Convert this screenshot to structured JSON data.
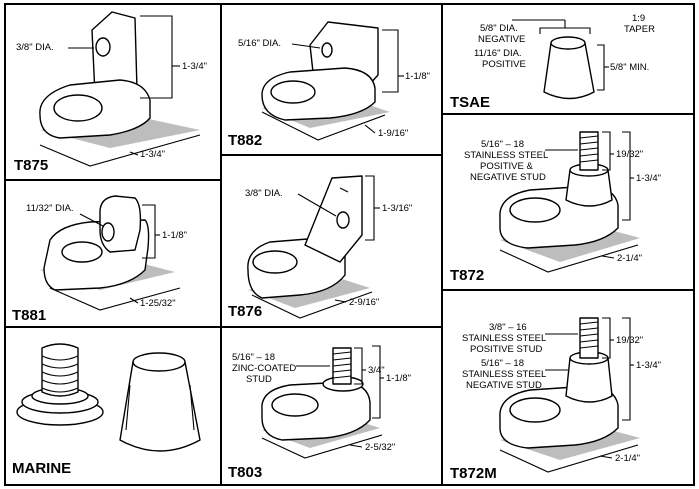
{
  "panels": {
    "t875": {
      "name": "T875",
      "hole": "3/8\" DIA.",
      "height": "1-3/4\"",
      "width": "1-3/4\""
    },
    "t882": {
      "name": "T882",
      "hole": "5/16\" DIA.",
      "height": "1-1/8\"",
      "width": "1-9/16\""
    },
    "tsae": {
      "name": "TSAE",
      "neg": [
        "5/8\" DIA.",
        "NEGATIVE"
      ],
      "pos": [
        "11/16\" DIA.",
        "POSITIVE"
      ],
      "taper": [
        "1:9",
        "TAPER"
      ],
      "min": "5/8\" MIN."
    },
    "t872": {
      "name": "T872",
      "stud": [
        "5/16\" – 18",
        "STAINLESS STEEL",
        "POSITIVE &",
        "NEGATIVE STUD"
      ],
      "stud_len": "19/32\"",
      "height": "1-3/4\"",
      "width": "2-1/4\""
    },
    "t881": {
      "name": "T881",
      "hole": "11/32\" DIA.",
      "height": "1-1/8\"",
      "width": "1-25/32\""
    },
    "t876": {
      "name": "T876",
      "hole": "3/8\" DIA.",
      "height": "1-3/16\"",
      "width": "2-9/16\""
    },
    "marine": {
      "name": "MARINE"
    },
    "t803": {
      "name": "T803",
      "stud": [
        "5/16\" – 18",
        "ZINC-COATED",
        "STUD"
      ],
      "stud_len": "3/4\"",
      "height": "1-1/8\"",
      "width": "2-5/32\""
    },
    "t872m": {
      "name": "T872M",
      "pos": [
        "3/8\" – 16",
        "STAINLESS STEEL",
        "POSITIVE STUD"
      ],
      "neg": [
        "5/16\" – 18",
        "STAINLESS STEEL",
        "NEGATIVE STUD"
      ],
      "stud_len": "19/32\"",
      "height": "1-3/4\"",
      "width": "2-1/4\""
    }
  }
}
